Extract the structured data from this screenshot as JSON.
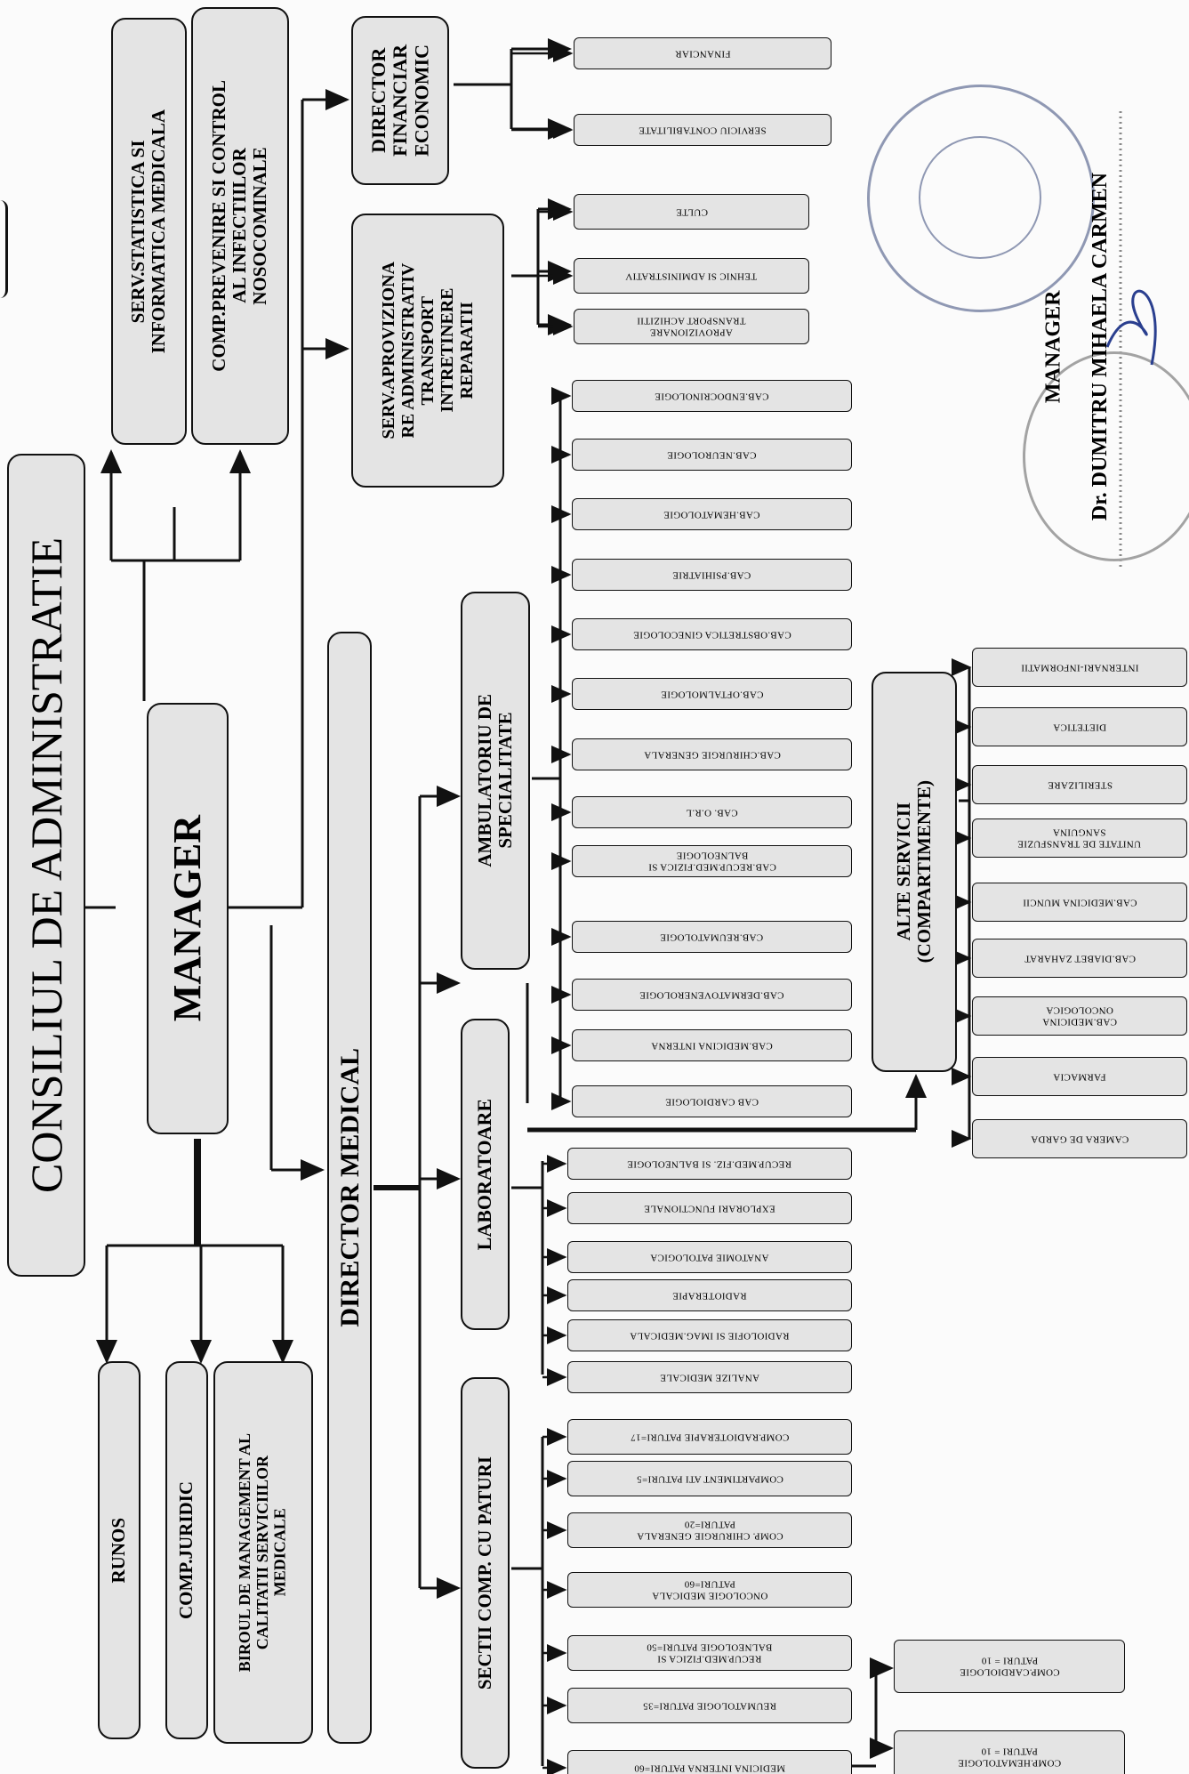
{
  "board": "CONSILIUL DE ADMINISTRATIE",
  "manager": "MANAGER",
  "director_medical": "DIRECTOR MEDICAL",
  "director_financiar": "DIRECTOR\nFINANCIAR\nECONOMIC",
  "serv_aprovizionare": "SERV.APROVIZIONA\nRE ADMINISTRATIV\nTRANSPORT\nINTRETINERE\nREPARATII",
  "serv_statistica": "SERV.STATISTICA SI\nINFORMATICA MEDICALA",
  "comp_prevenire": "COMP.PREVENIRE SI CONTROL\nAL INFECTIILOR\nNOSOCOMINALE",
  "runos": "RUNOS",
  "comp_juridic": "COMP.JURIDIC",
  "birou_calitate": "BIROUL DE MANAGEMENT AL\nCALITATII SERVICIILOR\nMEDICALE",
  "ambulatoriu": "AMBULATORIU DE\nSPECIALITATE",
  "laboratoare": "LABORATOARE",
  "sectii": "SECTII COMP. CU PATURI",
  "alte_servicii": "ALTE SERVICII\n(COMPARTIMENTE)",
  "financiar_items": [
    "FINANCIAR",
    "SERVICIU CONTABILITATE"
  ],
  "aprov_items": [
    "CULTE",
    "TEHNIC SI ADMINISTRATIV",
    "APROVIZIONARE\nTRANSPORT ACHIZITII"
  ],
  "ambulatoriu_items": [
    "CAB.ENDOCRINOLOGIE",
    "CAB.NEUROLOGIE",
    "CAB.HEMATOLOGIE",
    "CAB.PSIHIATRIE",
    "CAB.OBSTRETICA GINECOLOGIE",
    "CAB.OFTALMOLOGIE",
    "CAB.CHIRURGIE GENERALA",
    "CAB. O.R.L",
    "CAB.RECUP.MED.FIZICA SI\nBALNEOLOGIE",
    "CAB.REUMATOLOGIE",
    "CAB.DERMATOVENEROLOGIE",
    "CAB.MEDICINA INTERNA",
    "CAB  CARDIOLOGIE"
  ],
  "alte_items": [
    "INTERNARI-INFORMATII",
    "DIETETICA",
    "STERILIZARE",
    "UNITATE DE  TRANSFUZIE\nSANGUINA",
    "CAB.MEDICINA MUNCII",
    "CAB.DIABET ZAHARAT",
    "CAB.MEDICINA\nONCOLOGICA",
    "FARMACIA",
    "CAMERA DE  GARDA"
  ],
  "lab_items": [
    "RECUP.MED.FIZ. SI BALNEOLOGIE",
    "EXPLORARI FUNCTIONALE",
    "ANATOMIE PATOLOGICA",
    "RADIOTERAPIE",
    "RADIOLOFIE SI IMAG.MEDICALA",
    "ANALIZE MEDICALE"
  ],
  "sectii_items": [
    "COMP.RADIOTERAPIE PATURI=17",
    "COMPARTIMENT ATI   PATURI=5",
    "COMP. CHIRURGIE GENERALA\nPATURI=20",
    "ONCOLOGIE MEDICALA\nPATURI=60",
    "RECUP.MED.FIZICA SI\nBALNEOLOGIE PATURI=50",
    "REUMATOLOGIE         PATURI=35",
    "MEDICINA INTERNA PATURI=60"
  ],
  "medicina_sub": [
    "COMP.CARDIOLOGIE\nPATURI = 10",
    "COMP.HEMATOLOGIE\nPATURI = 10"
  ],
  "signature": {
    "title": "MANAGER",
    "name": "Dr. DUMITRU MIHAELA CARMEN"
  }
}
